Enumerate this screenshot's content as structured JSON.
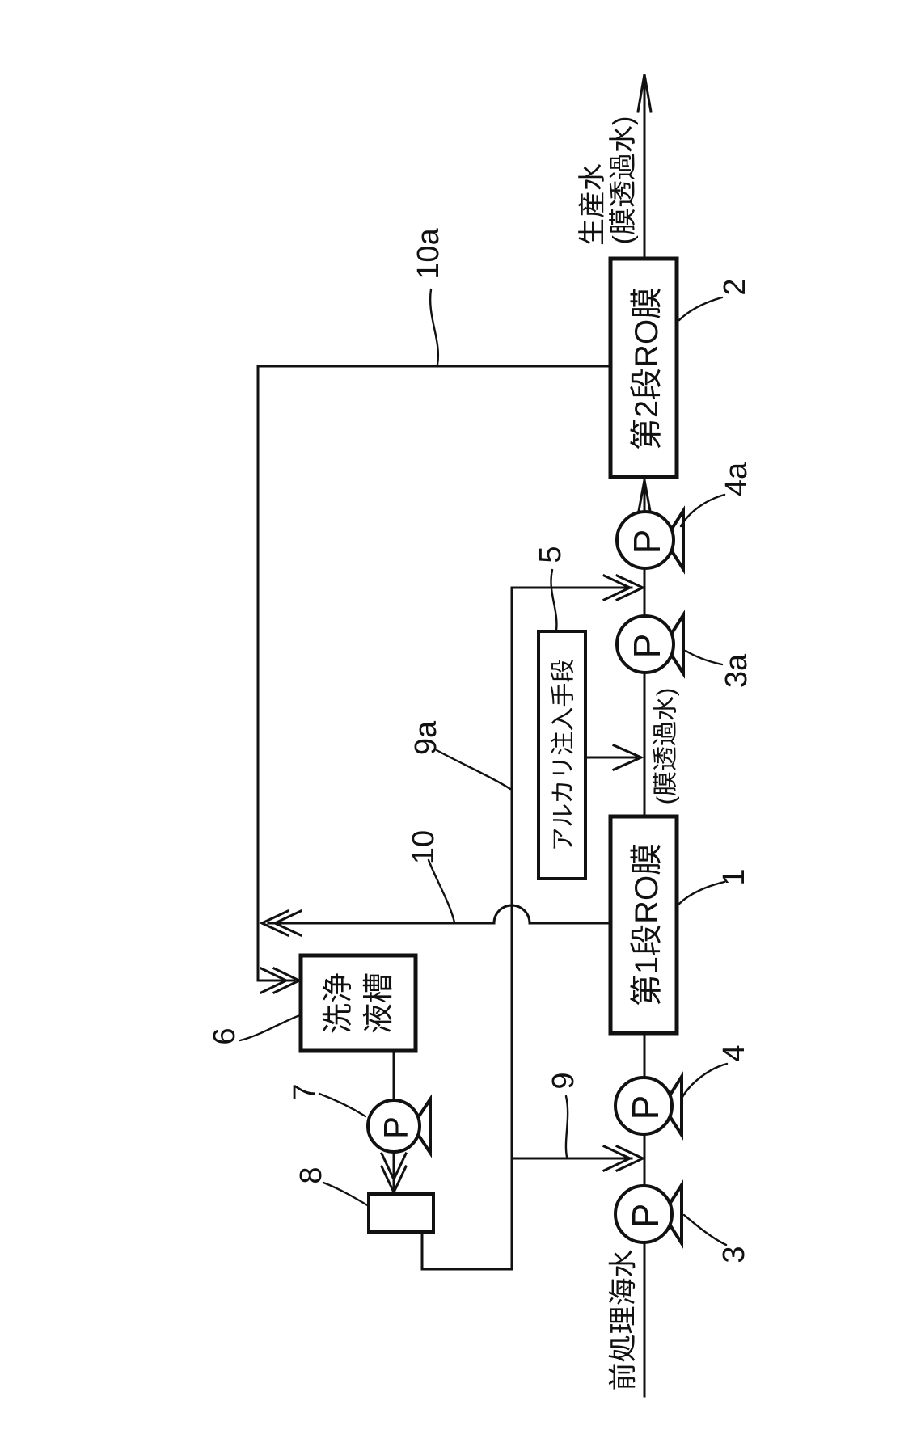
{
  "figure": {
    "ink_color": "#111111",
    "product_label_line1": "生産水",
    "product_label_line2": "(膜透過水)",
    "stage2_box_label": "第2段RO膜",
    "stage1_box_label": "第1段RO膜",
    "alkali_box_label": "アルカリ注入手段",
    "tank_label_line1": "洗浄",
    "tank_label_line2": "液槽",
    "permeate_label": "(膜透過水)",
    "feed_label": "前処理海水",
    "pump_letter": "P",
    "refs": {
      "r1": "1",
      "r2": "2",
      "r3": "3",
      "r4": "4",
      "r3a": "3a",
      "r4a": "4a",
      "r5": "5",
      "r6": "6",
      "r7": "7",
      "r8": "8",
      "r9": "9",
      "r9a": "9a",
      "r10": "10",
      "r10a": "10a"
    }
  }
}
